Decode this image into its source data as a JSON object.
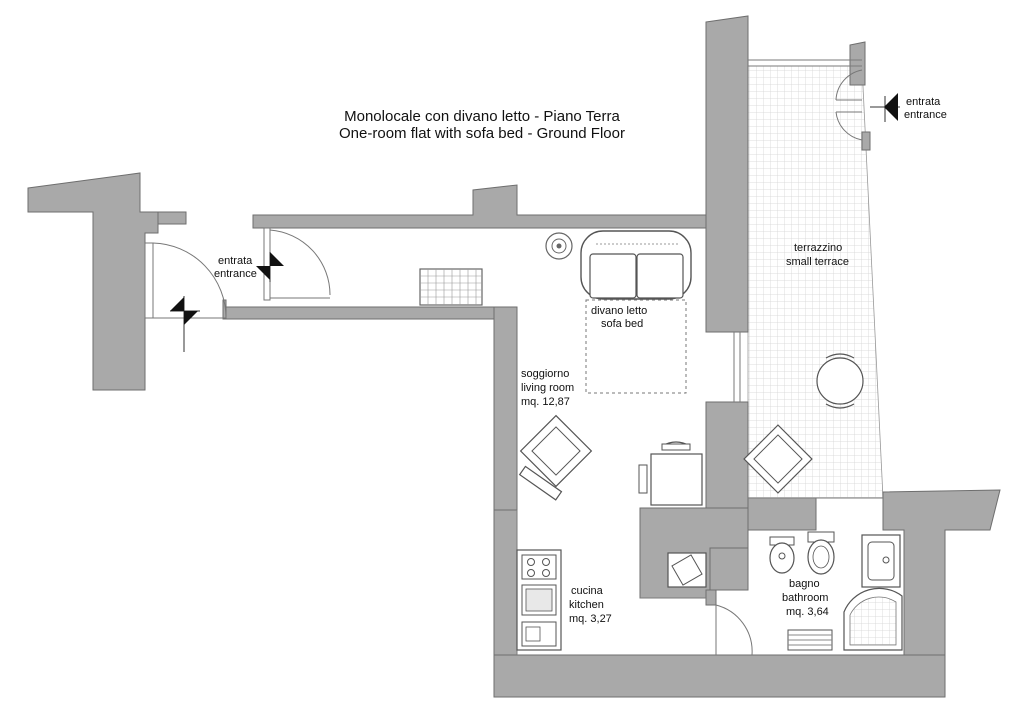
{
  "title": {
    "line1": "Monolocale con divano letto - Piano Terra",
    "line2": "One-room flat with sofa bed  - Ground Floor"
  },
  "labels": {
    "entrance_left": {
      "it": "entrata",
      "en": "entrance"
    },
    "entrance_right": {
      "it": "entrata",
      "en": "entrance"
    },
    "sofa_bed": {
      "it": "divano letto",
      "en": "sofa bed"
    },
    "living": {
      "it": "soggiorno",
      "en": "living room",
      "area": "mq. 12,87"
    },
    "terrace": {
      "it": "terrazzino",
      "en": "small terrace"
    },
    "kitchen": {
      "it": "cucina",
      "en": "kitchen",
      "area": "mq. 3,27"
    },
    "bathroom": {
      "it": "bagno",
      "en": "bathroom",
      "area": "mq. 3,64"
    }
  },
  "colors": {
    "wall": "#a9a9a9",
    "line": "#6e6e6e"
  }
}
